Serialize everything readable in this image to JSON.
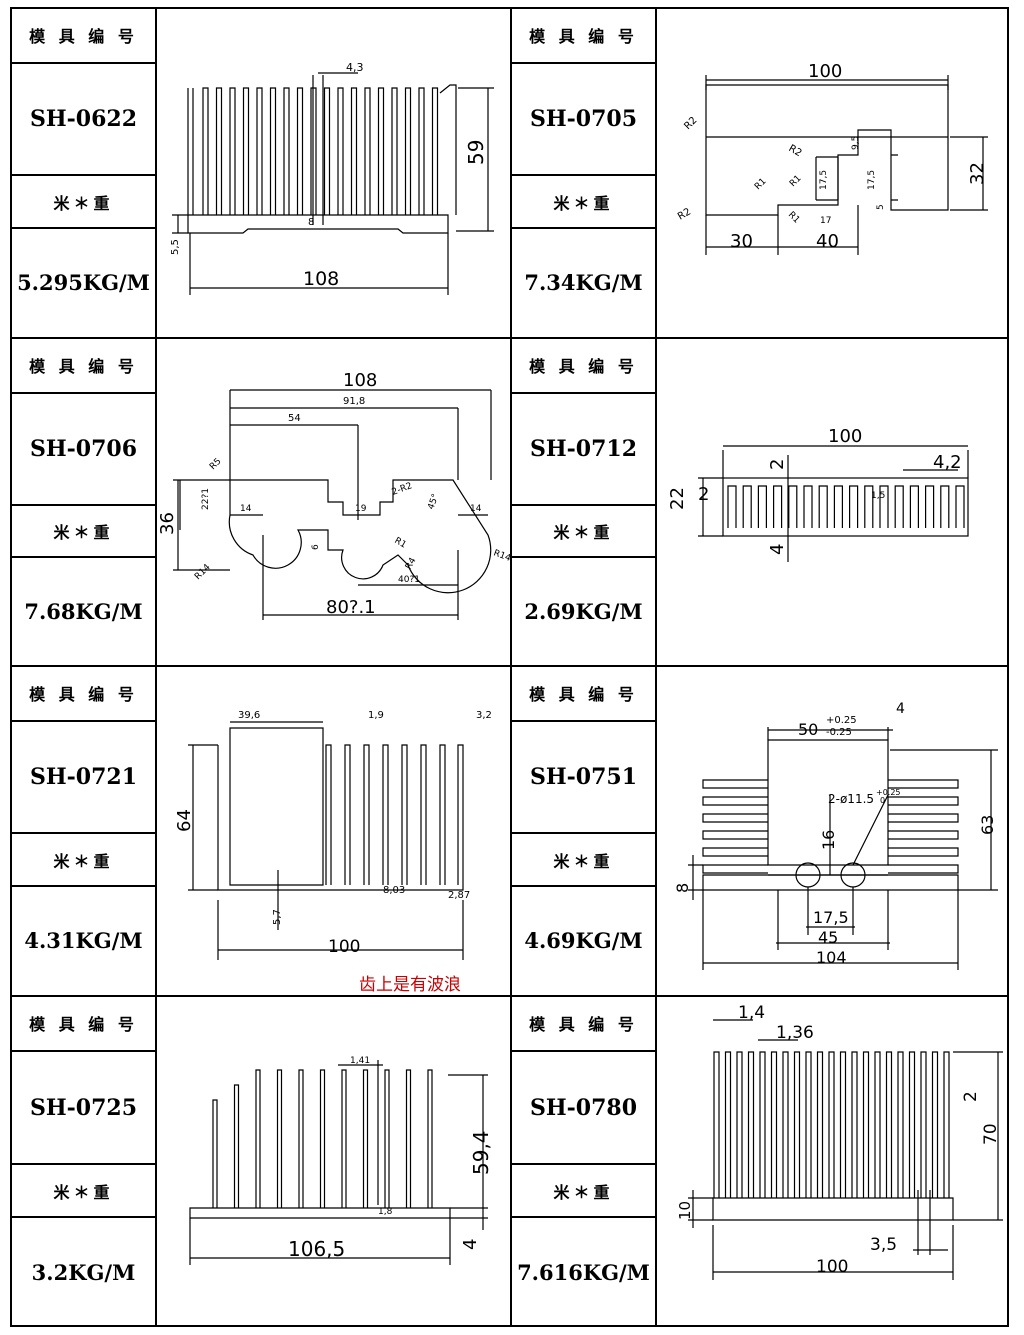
{
  "colors": {
    "line": "#000000",
    "note": "#cc0000"
  },
  "cells": [
    {
      "label": "模 具 编 号",
      "code": "SH-0622",
      "weight_label": "米＊重",
      "weight": "5.295KG/M",
      "dims": [
        "4,3",
        "59",
        "8",
        "5,5",
        "108"
      ]
    },
    {
      "label": "模 具 编 号",
      "code": "SH-0705",
      "weight_label": "米＊重",
      "weight": "7.34KG/M",
      "dims": [
        "100",
        "32",
        "R2",
        "R2",
        "9,5",
        "R1",
        "R1",
        "R1",
        "17,5",
        "17,5",
        "17",
        "5",
        "R2",
        "30",
        "40"
      ]
    },
    {
      "label": "模 具 编 号",
      "code": "SH-0706",
      "weight_label": "米＊重",
      "weight": "7.68KG/M",
      "dims": [
        "108",
        "91,8",
        "54",
        "R5",
        "22?1",
        "36",
        "14",
        "6",
        "19",
        "2-R2",
        "45°",
        "14",
        "R1",
        "R4",
        "R14",
        "R14",
        "40?1",
        "80?.1"
      ]
    },
    {
      "label": "模 具 编 号",
      "code": "SH-0712",
      "weight_label": "米＊重",
      "weight": "2.69KG/M",
      "dims": [
        "100",
        "2",
        "4,2",
        "22",
        "2",
        "1,5",
        "4"
      ]
    },
    {
      "label": "模 具 编 号",
      "code": "SH-0721",
      "weight_label": "米＊重",
      "weight": "4.31KG/M",
      "dims": [
        "39,6",
        "1,9",
        "3,2",
        "64",
        "8,03",
        "2,87",
        "5,7",
        "100"
      ],
      "note": "齿上是有波浪"
    },
    {
      "label": "模 具 编 号",
      "code": "SH-0751",
      "weight_label": "米＊重",
      "weight": "4.69KG/M",
      "dims": [
        "4",
        "50",
        "+0.25",
        "-0.25",
        "2-ø11.5",
        "+0.25",
        "0",
        "16",
        "63",
        "8",
        "17,5",
        "45",
        "104"
      ]
    },
    {
      "label": "模 具 编 号",
      "code": "SH-0725",
      "weight_label": "米＊重",
      "weight": "3.2KG/M",
      "dims": [
        "1,41",
        "59,4",
        "1,8",
        "106,5",
        "4"
      ]
    },
    {
      "label": "模 具 编 号",
      "code": "SH-0780",
      "weight_label": "米＊重",
      "weight": "7.616KG/M",
      "dims": [
        "1,4",
        "1,36",
        "2",
        "70",
        "10",
        "3,5",
        "100"
      ]
    }
  ]
}
